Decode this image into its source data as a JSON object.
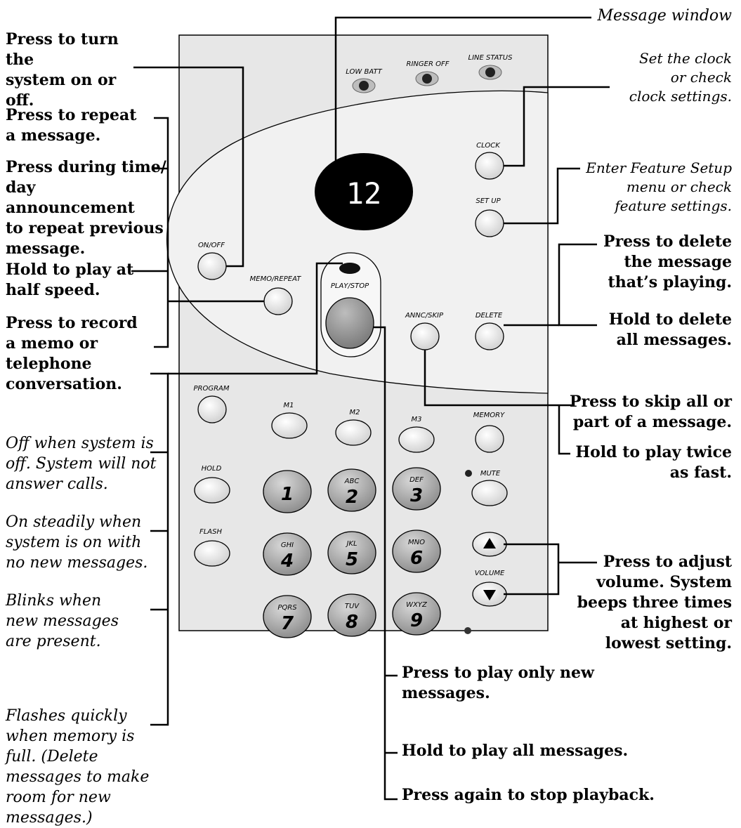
{
  "device": {
    "indicators": [
      "LOW BATT",
      "RINGER OFF",
      "LINE STATUS"
    ],
    "display_value": "12",
    "buttons": {
      "clock": "CLOCK",
      "setup": "SET UP",
      "on_off": "ON/OFF",
      "memo_repeat": "MEMO/REPEAT",
      "play_stop": "PLAY/STOP",
      "annc_skip": "ANNC/SKIP",
      "delete": "DELETE",
      "program": "PROGRAM",
      "m1": "M1",
      "m2": "M2",
      "m3": "M3",
      "memory": "MEMORY",
      "hold": "HOLD",
      "mute": "MUTE",
      "flash": "FLASH",
      "volume": "VOLUME"
    },
    "keypad": [
      {
        "num": "1",
        "letters": ""
      },
      {
        "num": "2",
        "letters": "ABC"
      },
      {
        "num": "3",
        "letters": "DEF"
      },
      {
        "num": "4",
        "letters": "GHI"
      },
      {
        "num": "5",
        "letters": "JKL"
      },
      {
        "num": "6",
        "letters": "MNO"
      },
      {
        "num": "7",
        "letters": "PQRS"
      },
      {
        "num": "8",
        "letters": "TUV"
      },
      {
        "num": "9",
        "letters": "WXYZ"
      }
    ]
  },
  "callouts": {
    "message_window": "Message window",
    "on_off_a": "Press to turn the",
    "on_off_b": "system ",
    "on_off_bold": "on or off.",
    "repeat_a": "Press to ",
    "repeat_bold": "repeat",
    "repeat_b": "a message.",
    "repeat_prev_a": "Press during time/",
    "repeat_prev_b": "day announcement",
    "repeat_prev_c": "to ",
    "repeat_prev_bold": "repeat",
    "repeat_prev_d": " previous",
    "repeat_prev_e": "message.",
    "half_a": "Hold to play at",
    "half_b": "half speed.",
    "record_a": "Press to record",
    "record_b": "a memo or",
    "record_c": "telephone",
    "record_d": "conversation.",
    "off_a": "Off when system is",
    "off_b": "off. System will not",
    "off_c": "answer calls.",
    "on_a": "On steadily when",
    "on_b": "system is on with",
    "on_c": "no new messages.",
    "blinks_a": "Blinks when",
    "blinks_b": "new messages",
    "blinks_c": "are present.",
    "flash_a": "Flashes quickly",
    "flash_b": "when memory is",
    "flash_c": "full.  (Delete",
    "flash_d": "messages to make",
    "flash_e": "room for new",
    "flash_f": "messages.)",
    "clock_a": "Set the clock",
    "clock_b": "or check",
    "clock_c": "clock settings.",
    "setup_a": "Enter Feature Setup",
    "setup_b": "menu or check",
    "setup_c": "feature settings.",
    "delete_a": "Press to ",
    "delete_bold1": "delete",
    "delete_bold2": "the message",
    "delete_b": "that’s playing.",
    "delete_all_a": "Hold to ",
    "delete_all_bold1": "delete",
    "delete_all_bold2": "all",
    "delete_all_b": " messages.",
    "skip_a": "Press to ",
    "skip_bold": "skip",
    "skip_b": " all or",
    "skip_c": "part of a message.",
    "twice_a": "Hold to play twice",
    "twice_b": "as fast.",
    "vol_a": "Press to ",
    "vol_bold1": "adjust",
    "vol_bold2": "volume",
    "vol_b": ". System",
    "vol_c": "beeps three times",
    "vol_d": "at highest or",
    "vol_e": "lowest setting.",
    "play_new_a": "Press to ",
    "play_new_bold": "play only new",
    "play_new_b": "messages.",
    "play_all_a": "Hold to ",
    "play_all_bold": "play all",
    "play_all_b": " messages.",
    "stop_a": "Press again to ",
    "stop_bold": "stop",
    "stop_b": " playback."
  }
}
